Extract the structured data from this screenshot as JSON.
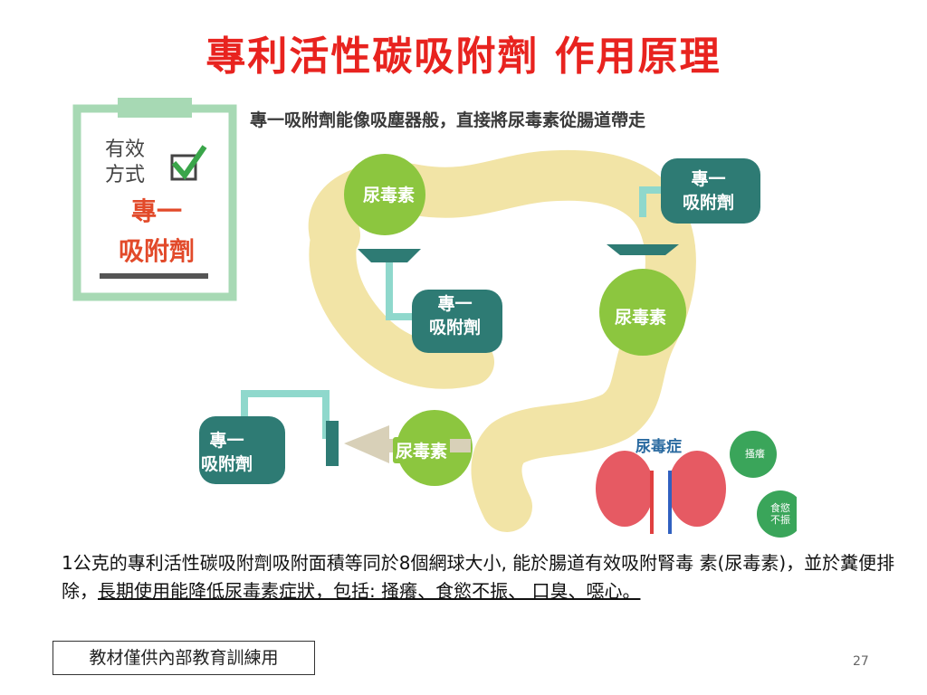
{
  "slide": {
    "title": "專利活性碳吸附劑  作用原理",
    "page_number": "27"
  },
  "figure": {
    "caption": "專一吸附劑能像吸塵器般，直接將尿毒素從腸道帶走",
    "board_line1": "有效",
    "board_line2": "方式",
    "board_red_line1": "專一",
    "board_red_line2": "吸附劑",
    "virus_labels": [
      "尿毒素",
      "尿毒素",
      "尿毒素"
    ],
    "vacuum_labels": [
      {
        "l1": "專一",
        "l2": "吸附劑"
      },
      {
        "l1": "專一",
        "l2": "吸附劑"
      },
      {
        "l1": "專一",
        "l2": "吸附劑"
      }
    ],
    "uremia_title": "尿毒症",
    "symptoms": [
      "搔癢",
      "口臭",
      "食慾\n不振",
      "噁心"
    ],
    "colors": {
      "virus": "#8cc63f",
      "vacuum": "#2e7b74",
      "intestine": "#f2e4a6",
      "kidney": "#e65a63"
    }
  },
  "body": {
    "part1": "1公克的專利活性碳吸附劑吸附面積等同於8個網球大小, 能於腸道有效吸附腎毒 素(尿毒素)，並於糞便排除，",
    "part2_underlined": "長期使用能降低尿毒素症狀，包括: 搔癢、食慾不振、 口臭、噁心。"
  },
  "footer": {
    "notice": "教材僅供內部教育訓練用"
  }
}
